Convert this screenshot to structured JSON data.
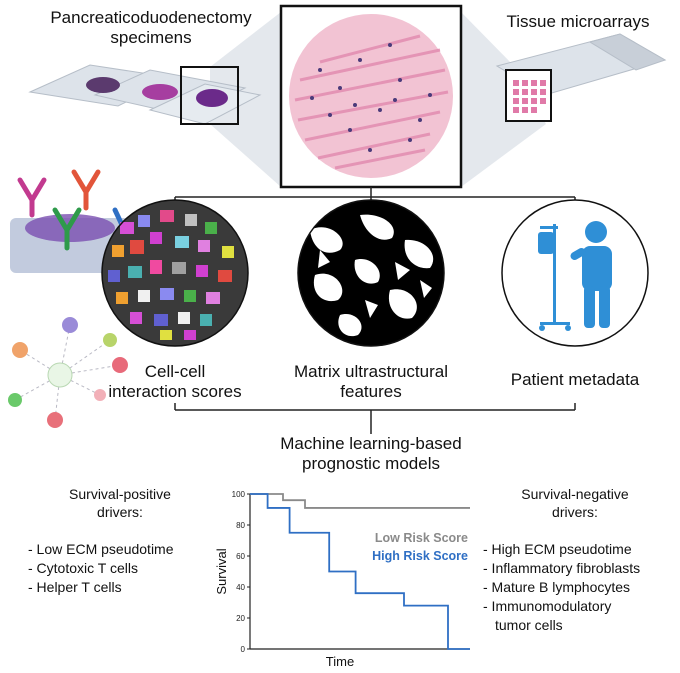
{
  "top": {
    "left_title_line1": "Pancreaticoduodenectomy",
    "left_title_line2": "specimens",
    "right_title": "Tissue microarrays"
  },
  "features": {
    "cell": {
      "line1": "Cell-cell",
      "line2": "interaction scores"
    },
    "matrix": {
      "line1": "Matrix ultrastructural",
      "line2": "features"
    },
    "patient": {
      "line1": "Patient metadata"
    }
  },
  "ml": {
    "line1": "Machine learning-based",
    "line2": "prognostic models"
  },
  "positive": {
    "title_line1": "Survival-positive",
    "title_line2": "drivers:",
    "items": [
      "- Low ECM pseudotime",
      "- Cytotoxic T cells",
      "- Helper T cells"
    ]
  },
  "negative": {
    "title_line1": "Survival-negative",
    "title_line2": "drivers:",
    "items": [
      "- High ECM pseudotime",
      "- Inflammatory fibroblasts",
      "- Mature B lymphocytes",
      "- Immunomodulatory",
      "tumor cells"
    ]
  },
  "chart_data": {
    "type": "line",
    "xlabel": "Time",
    "ylabel": "Survival",
    "ylim": [
      0,
      100
    ],
    "yticks": [
      "0",
      "20",
      "40",
      "60",
      "80",
      "100"
    ],
    "series": [
      {
        "name": "Low Risk Score",
        "color": "#8a8a8a",
        "x": [
          0,
          15,
          15,
          25,
          25,
          100
        ],
        "y": [
          100,
          100,
          96,
          96,
          91,
          91
        ]
      },
      {
        "name": "High Risk Score",
        "color": "#2f6fc4",
        "x": [
          0,
          8,
          8,
          18,
          18,
          36,
          36,
          48,
          48,
          70,
          70,
          90,
          90,
          100
        ],
        "y": [
          100,
          100,
          91,
          91,
          75,
          75,
          50,
          50,
          36,
          36,
          28,
          28,
          0,
          0
        ]
      }
    ]
  },
  "colors": {
    "accent_blue": "#2f6fc4",
    "gray_line": "#8a8a8a"
  }
}
